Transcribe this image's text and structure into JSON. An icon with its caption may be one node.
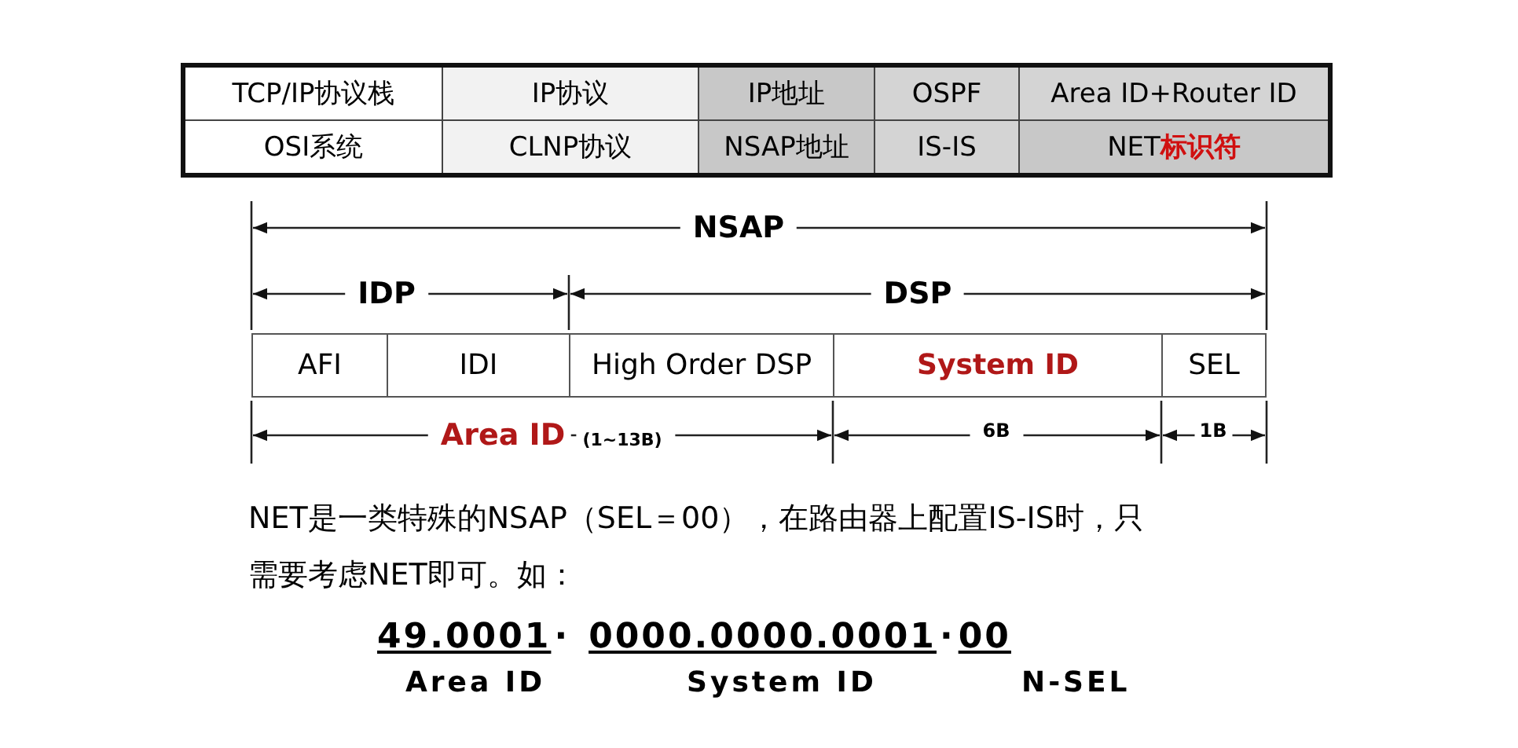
{
  "diagram": {
    "labels": [
      "TCP/IP协议栈",
      "IP协议",
      "IP地址",
      "OSPF",
      "Area ID+Router ID",
      "OSI系统",
      "CLNP协议",
      "NSAP地址",
      "IS-IS",
      "NET**标识符**",
      "NSAP",
      "IDP",
      "DSP",
      "AFI",
      "IDI",
      "High Order DSP",
      "System ID",
      "SEL",
      "Area ID",
      "(1~13B)",
      "6B",
      "1B",
      "NET是一类特殊的NSAP（SEL＝00），在路由器上配置IS-IS时，只需要考虑NET即可。如：",
      "49.0001",
      "·",
      "0000.0000.0001",
      "·",
      "00",
      "Area ID",
      "System ID",
      "N-SEL"
    ]
  }
}
